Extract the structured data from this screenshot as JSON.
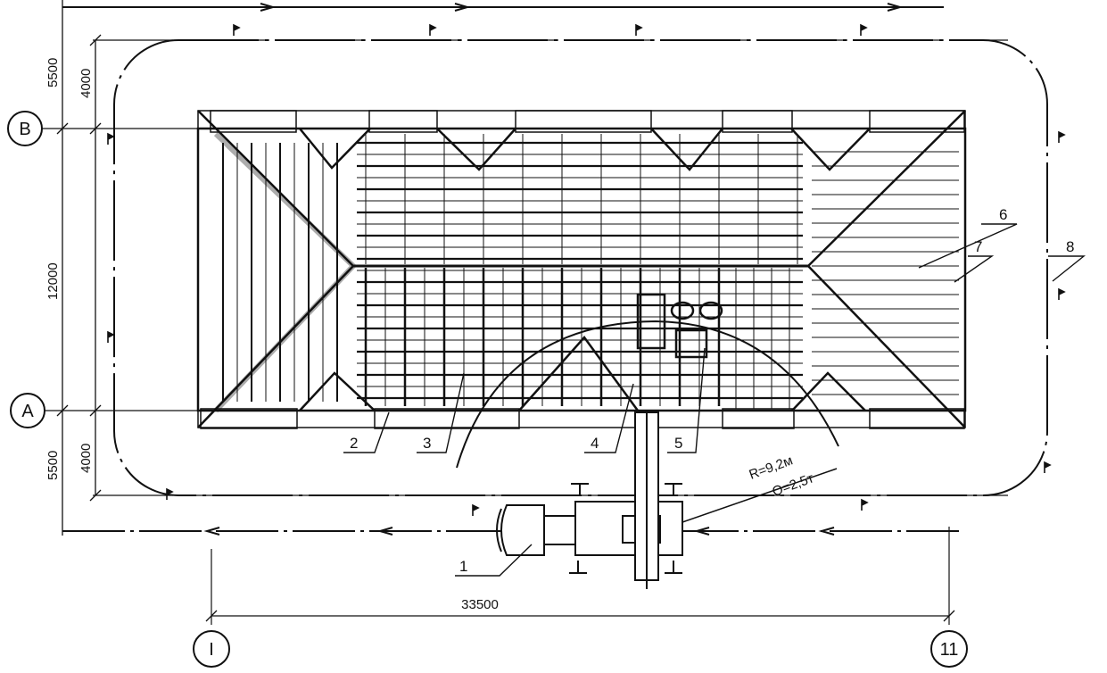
{
  "axes": {
    "row_top": "B",
    "row_bottom": "A",
    "col_left": "I",
    "col_right": "11"
  },
  "dimensions": {
    "top_outer": "5500",
    "top_inner": "4000",
    "middle": "12000",
    "bottom_outer": "5500",
    "bottom_inner": "4000",
    "length": "33500"
  },
  "callouts": [
    "1",
    "2",
    "3",
    "4",
    "5",
    "6",
    "7",
    "8"
  ],
  "crane": {
    "radius": "R=9,2м",
    "capacity": "Q=2,5т"
  },
  "colors": {
    "line": "#111111",
    "background": "#ffffff"
  }
}
